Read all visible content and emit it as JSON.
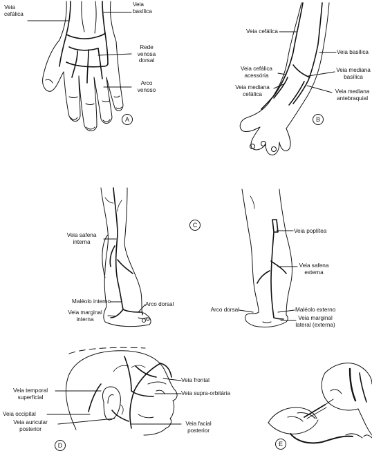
{
  "panels": [
    "A",
    "B",
    "C",
    "D",
    "E"
  ],
  "labels": {
    "a_cefalica": [
      "Veia",
      "cefálica"
    ],
    "a_basilica": [
      "Veia",
      "basílica"
    ],
    "a_rede": [
      "Rede",
      "venosa",
      "dorsal"
    ],
    "a_arco": [
      "Arco",
      "venoso"
    ],
    "b_cefalica": "Veia cefálica",
    "b_basilica": "Veia basílica",
    "b_cefalica_acess": [
      "Veia cefálica",
      "acessória"
    ],
    "b_mediana_basilica": [
      "Veia mediana",
      "basílica"
    ],
    "b_mediana_cefalica": [
      "Veia mediana",
      "cefálica"
    ],
    "b_mediana_antebraquial": [
      "Veia mediana",
      "antebraquial"
    ],
    "c_safena_interna": [
      "Veia safena",
      "interna"
    ],
    "c_maleolo_interno": "Maléolo interno",
    "c_arco_dorsal_1": "Arco dorsal",
    "c_marginal_interna": [
      "Veia marginal",
      "interna"
    ],
    "c_poplitea": "Veia poplítea",
    "c_safena_externa": [
      "Veia safena",
      "externa"
    ],
    "c_arco_dorsal_2": "Arco dorsal",
    "c_maleolo_externo": "Maléolo externo",
    "c_marginal_lateral": [
      "Veia marginal",
      "lateral (externa)"
    ],
    "d_temporal": [
      "Veia temporal",
      "superficial"
    ],
    "d_occipital": "Veia occipital",
    "d_auricular": [
      "Veia auricular",
      "posterior"
    ],
    "d_frontal": "Veia frontal",
    "d_supra_orbitaria": "Veia supra-orbitária",
    "d_facial": [
      "Veia facial",
      "posterior"
    ]
  }
}
